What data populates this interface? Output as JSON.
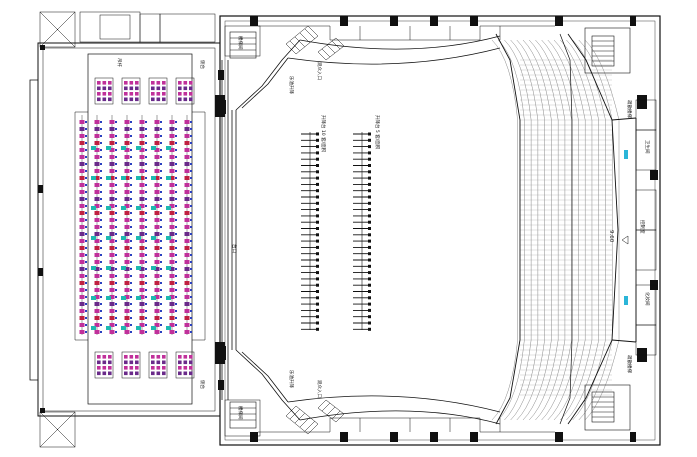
{
  "labels": {
    "riser_left": "升降台 10 套/面积",
    "riser_right": "升降台 5 套/面积",
    "elevation": "9.60",
    "apron": "台口",
    "orchestra_side_right": "乐池升降",
    "orchestra_side_left": "乐池升降",
    "stage_left_top": "侧台",
    "stage_left_bottom": "侧台",
    "fire_exit_top": "疏散楼梯",
    "fire_exit_bottom": "疏散楼梯",
    "control_room": "控制室",
    "stair_top": "楼梯间",
    "stair_bottom": "楼梯间",
    "audience_entry_top": "观众入口",
    "audience_entry_bottom": "观众入口",
    "toilet": "卫生间",
    "dressing": "化妆间",
    "rack_label": "吊杆"
  },
  "colors": {
    "line": "#111111",
    "seat_magenta": "#c0309a",
    "seat_purple": "#6a2a8a",
    "seat_blue": "#2a40c0",
    "seat_cyan": "#1fb9b0",
    "seat_red": "#c02040",
    "accent_cyan": "#2bb5d8"
  }
}
